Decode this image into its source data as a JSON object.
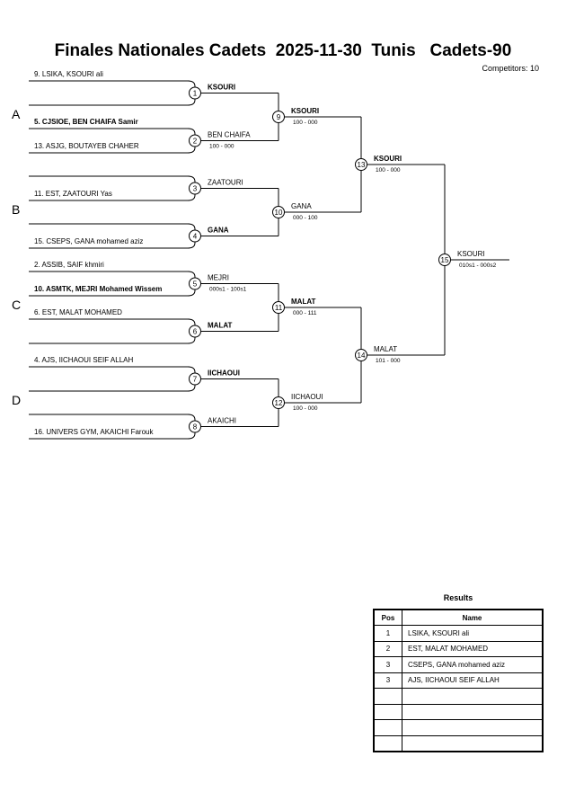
{
  "header": {
    "title": "Finales Nationales Cadets  2025-11-30  Tunis   Cadets-90",
    "competitors": "Competitors: 10"
  },
  "pools": [
    "A",
    "B",
    "C",
    "D"
  ],
  "first_round": [
    {
      "num": "1",
      "top": "9. LSIKA, KSOURI ali",
      "top_bold": false,
      "bottom": "",
      "bottom_bold": false,
      "winner": "KSOURI",
      "winner_bold": true,
      "score": ""
    },
    {
      "num": "2",
      "top": "5. CJSIOE, BEN CHAIFA Samir",
      "top_bold": true,
      "bottom": "13. ASJG, BOUTAYEB CHAHER",
      "bottom_bold": false,
      "winner": "BEN CHAIFA",
      "winner_bold": false,
      "score": "100 - 000"
    },
    {
      "num": "3",
      "top": "",
      "top_bold": false,
      "bottom": "11. EST, ZAATOURI Yas",
      "bottom_bold": false,
      "winner": "ZAATOURI",
      "winner_bold": false,
      "score": ""
    },
    {
      "num": "4",
      "top": "",
      "top_bold": false,
      "bottom": "15. CSEPS, GANA mohamed aziz",
      "bottom_bold": false,
      "winner": "GANA",
      "winner_bold": true,
      "score": ""
    },
    {
      "num": "5",
      "top": "2. ASSIB, SAIF khmiri",
      "top_bold": false,
      "bottom": "10. ASMTK, MEJRI Mohamed Wissem",
      "bottom_bold": true,
      "winner": "MEJRI",
      "winner_bold": false,
      "score": "000s1 - 100s1"
    },
    {
      "num": "6",
      "top": "6. EST, MALAT MOHAMED",
      "top_bold": false,
      "bottom": "",
      "bottom_bold": false,
      "winner": "MALAT",
      "winner_bold": true,
      "score": ""
    },
    {
      "num": "7",
      "top": "4. AJS, IICHAOUI SEIF ALLAH",
      "top_bold": false,
      "bottom": "",
      "bottom_bold": false,
      "winner": "IICHAOUI",
      "winner_bold": true,
      "score": ""
    },
    {
      "num": "8",
      "top": "",
      "top_bold": false,
      "bottom": "16. UNIVERS GYM, AKAICHI Farouk",
      "bottom_bold": false,
      "winner": "AKAICHI",
      "winner_bold": false,
      "score": ""
    }
  ],
  "second_round": [
    {
      "num": "9",
      "winner": "KSOURI",
      "winner_bold": true,
      "score": "100 - 000"
    },
    {
      "num": "10",
      "winner": "GANA",
      "winner_bold": false,
      "score": "000 - 100"
    },
    {
      "num": "11",
      "winner": "MALAT",
      "winner_bold": true,
      "score": "000 - 111"
    },
    {
      "num": "12",
      "winner": "IICHAOUI",
      "winner_bold": false,
      "score": "100 - 000"
    }
  ],
  "third_round": [
    {
      "num": "13",
      "winner": "KSOURI",
      "winner_bold": true,
      "score": "100 - 000"
    },
    {
      "num": "14",
      "winner": "MALAT",
      "winner_bold": false,
      "score": "101 - 000"
    }
  ],
  "final": {
    "num": "15",
    "winner": "KSOURI",
    "winner_bold": false,
    "score": "010s1 - 000s2"
  },
  "results": {
    "title": "Results",
    "headers": [
      "Pos",
      "Name"
    ],
    "rows": [
      {
        "pos": "1",
        "name": "LSIKA, KSOURI ali"
      },
      {
        "pos": "2",
        "name": "EST, MALAT MOHAMED"
      },
      {
        "pos": "3",
        "name": "CSEPS, GANA mohamed aziz"
      },
      {
        "pos": "3",
        "name": "AJS, IICHAOUI SEIF ALLAH"
      },
      {
        "pos": "",
        "name": ""
      },
      {
        "pos": "",
        "name": ""
      },
      {
        "pos": "",
        "name": ""
      },
      {
        "pos": "",
        "name": ""
      }
    ]
  }
}
